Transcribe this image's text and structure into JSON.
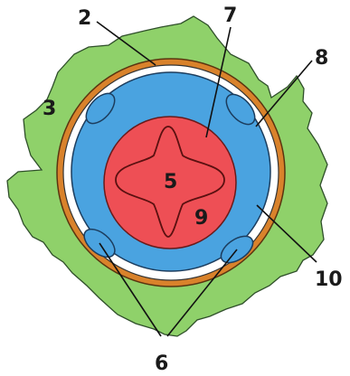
{
  "labels": {
    "l2": "2",
    "l3": "3",
    "l5": "5",
    "l6": "6",
    "l7": "7",
    "l8": "8",
    "l9": "9",
    "l10": "10"
  },
  "colors": {
    "background": "#ffffff",
    "cortex_green": "#8fd16a",
    "outline": "#2a3a2a",
    "orange_ring": "#d9822b",
    "white_ring": "#ffffff",
    "blue_zone": "#4aa3e0",
    "red_core": "#ee4f55",
    "leader_lines": "#111111"
  }
}
